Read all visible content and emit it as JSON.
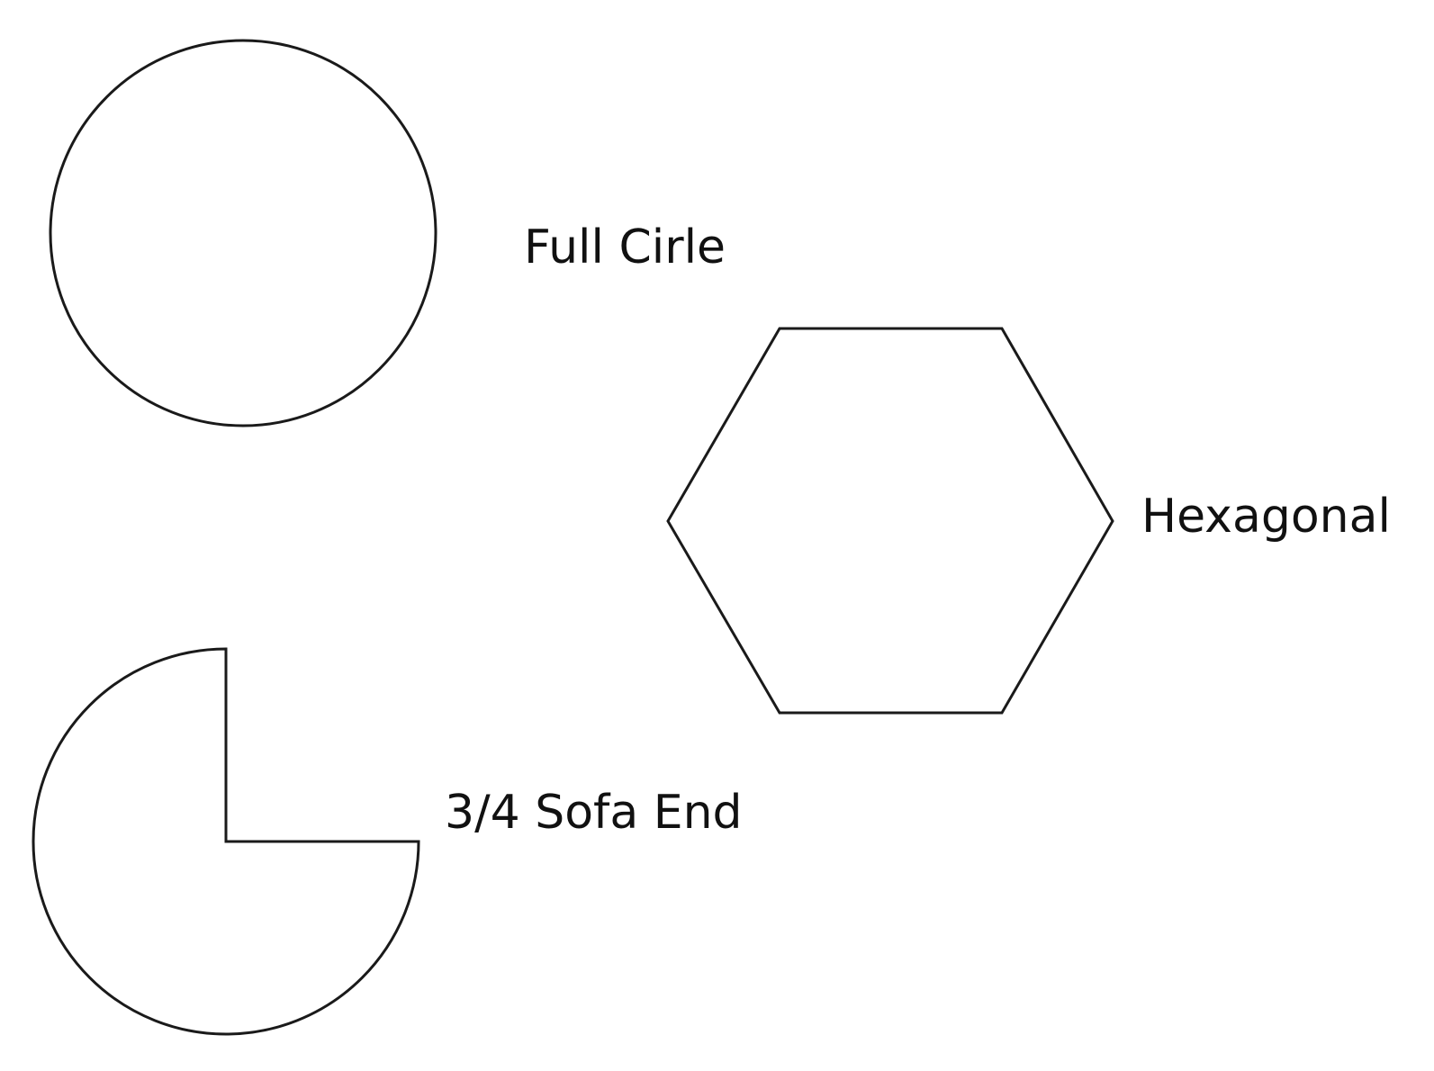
{
  "colors": {
    "background": "#ffffff",
    "stroke": "#1a1a1a",
    "text": "#111111"
  },
  "shapes": [
    {
      "shape": "circle",
      "label": "Full Cirle"
    },
    {
      "shape": "hexagon",
      "label": "Hexagonal"
    },
    {
      "shape": "three-quarter-circle",
      "label": "3/4 Sofa End"
    }
  ]
}
